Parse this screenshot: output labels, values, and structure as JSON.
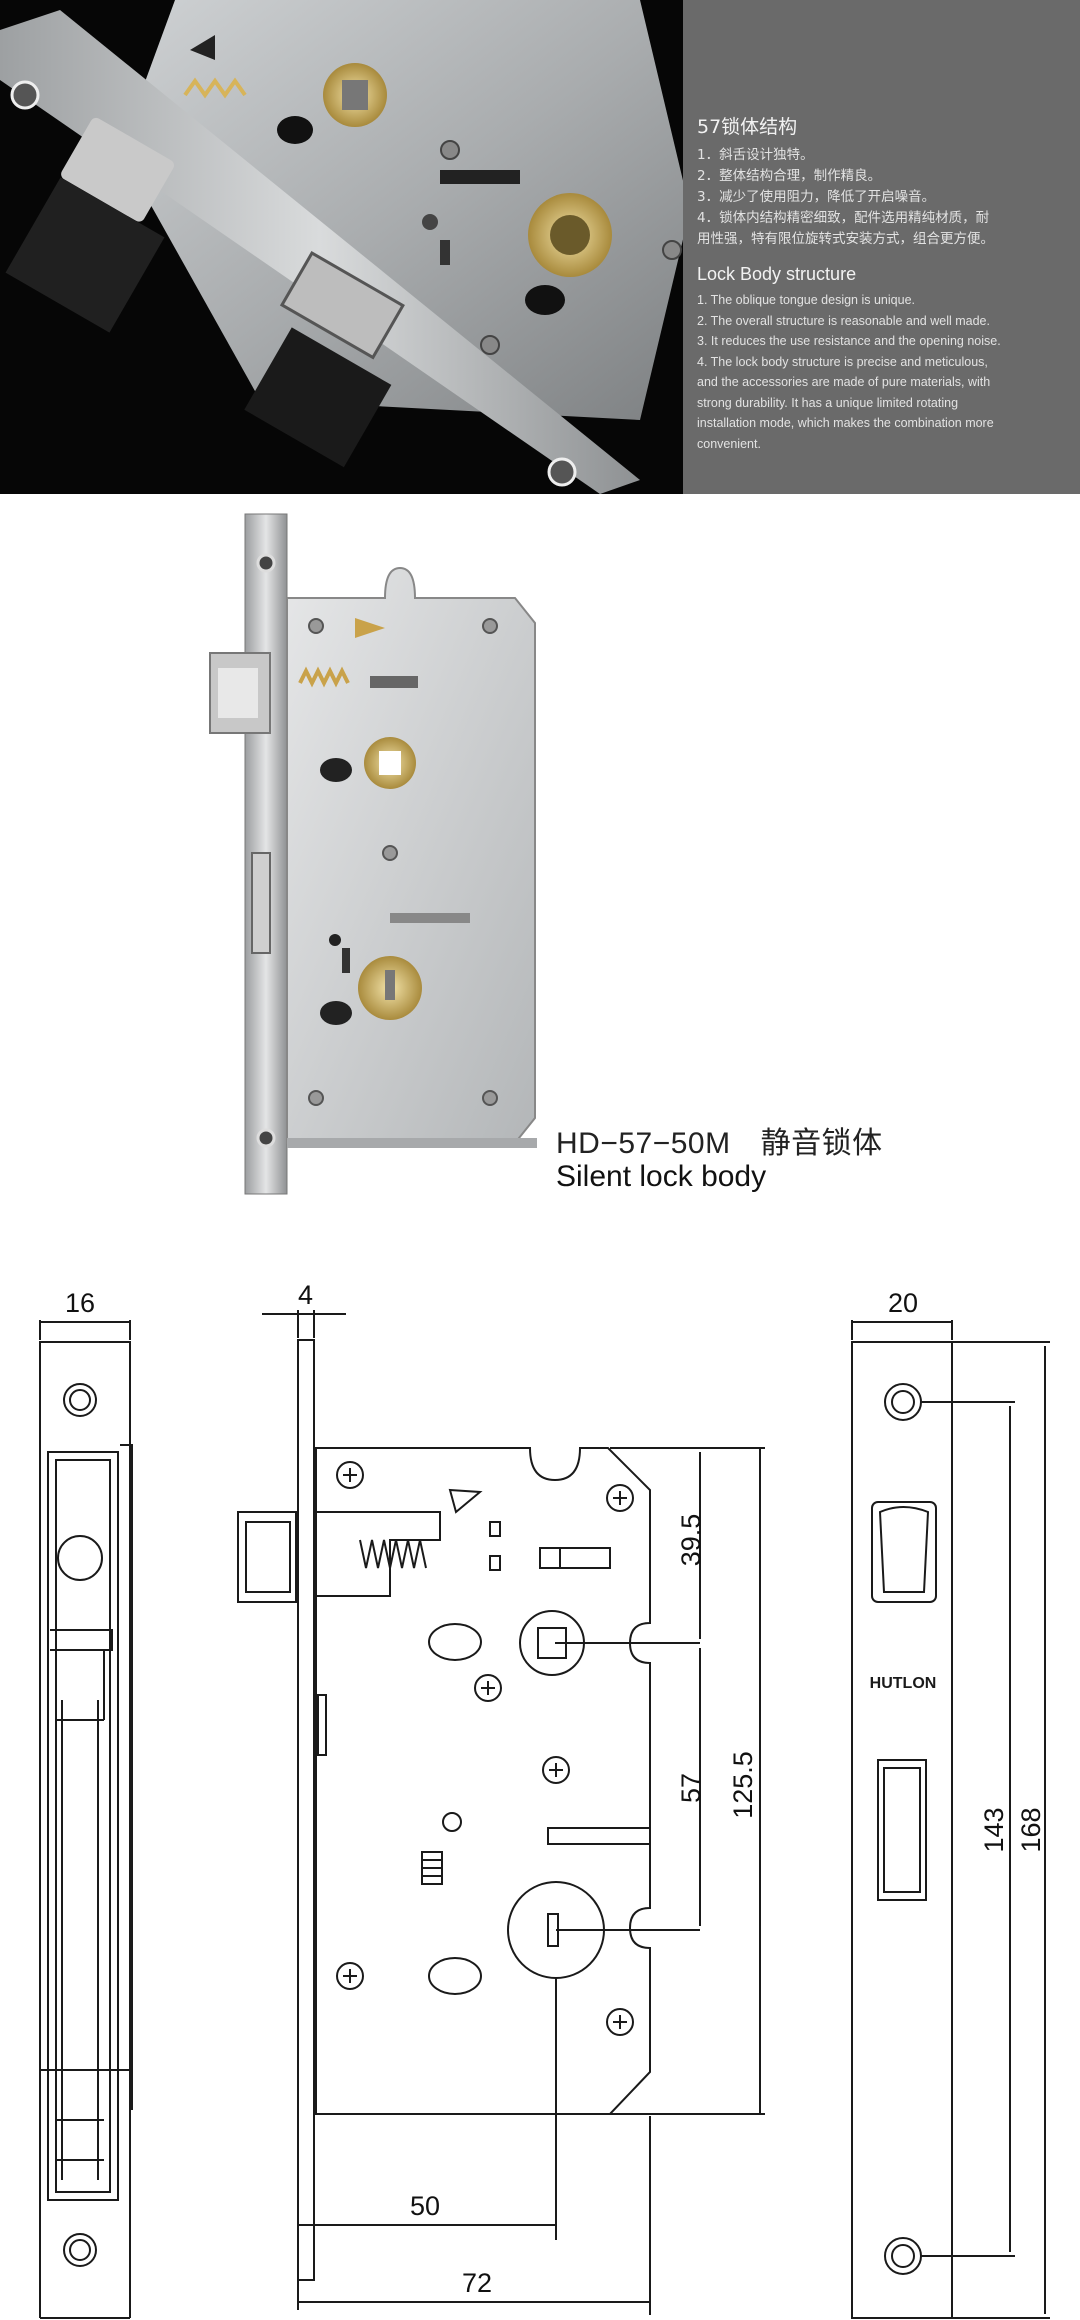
{
  "spec_panel": {
    "zh_title": "57锁体结构",
    "zh_items": [
      "1．斜舌设计独特。",
      "2．整体结构合理，制作精良。",
      "3．减少了使用阻力，降低了开启噪音。",
      "4．锁体内结构精密细致，配件选用精纯材质，耐",
      "用性强，特有限位旋转式安装方式，组合更方便。"
    ],
    "en_title": "Lock Body structure",
    "en_items": [
      "1. The oblique tongue design is unique.",
      "2. The overall structure is reasonable and well made.",
      "3. It reduces the use resistance and the opening noise.",
      "4. The lock body structure is precise and meticulous,",
      "and the accessories are made of pure materials, with",
      "strong durability. It has a unique limited rotating",
      "installation mode, which makes the combination more",
      "convenient."
    ]
  },
  "product": {
    "model": "HD−57−50M",
    "model_cn": "静音锁体",
    "subtitle": "Silent lock body",
    "brand": "HUTLON"
  },
  "dimensions": {
    "side_width": "16",
    "plate_thickness": "4",
    "faceplate_width": "20",
    "top_offset": "39.5",
    "center_distance": "57",
    "case_height": "125.5",
    "hole_spacing": "143",
    "faceplate_height": "168",
    "backset": "50",
    "case_width": "72"
  },
  "colors": {
    "panel_bg": "#6a6a6a",
    "line": "#1a1a1a"
  }
}
